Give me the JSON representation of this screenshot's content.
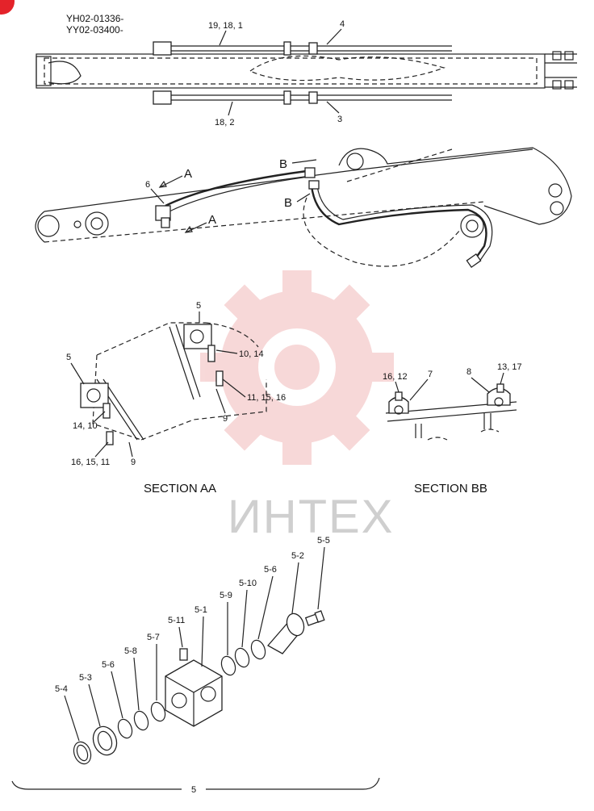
{
  "header": {
    "serial_line_1": "YH02-01336-",
    "serial_line_2": "YY02-03400-"
  },
  "page_marker": {
    "color": "#e4232a"
  },
  "watermark": {
    "text": "ИНТЕХ",
    "gear_color": "#f1b9b9",
    "text_color": "#cfcfcf"
  },
  "top_view": {
    "labels": {
      "upper_hose": "19, 18, 1",
      "upper_pipe": "4",
      "lower_hose": "18, 2",
      "lower_pipe": "3"
    }
  },
  "side_view": {
    "labels": {
      "clamp": "6",
      "section_a_top": "A",
      "section_a_bottom": "A",
      "section_b_top": "B",
      "section_b_bottom": "B"
    }
  },
  "section_aa": {
    "title": "SECTION AA",
    "labels": {
      "upper_block": "5",
      "upper_bolt": "10, 14",
      "upper_nut": "11, 15, 16",
      "upper_bracket": "9",
      "lower_block": "5",
      "lower_bolt": "14, 10",
      "lower_nut": "16, 15, 11",
      "lower_bracket": "9"
    }
  },
  "section_bb": {
    "title": "SECTION BB",
    "labels": {
      "left_bolt": "16, 12",
      "left_clamp": "7",
      "right_clamp": "8",
      "right_bolt": "13, 17"
    }
  },
  "exploded_view": {
    "parts": [
      "5-4",
      "5-3",
      "5-6",
      "5-8",
      "5-7",
      "5-11",
      "5-1",
      "5-9",
      "5-10",
      "5-6",
      "5-2",
      "5-5"
    ],
    "assembly_label": "5"
  }
}
